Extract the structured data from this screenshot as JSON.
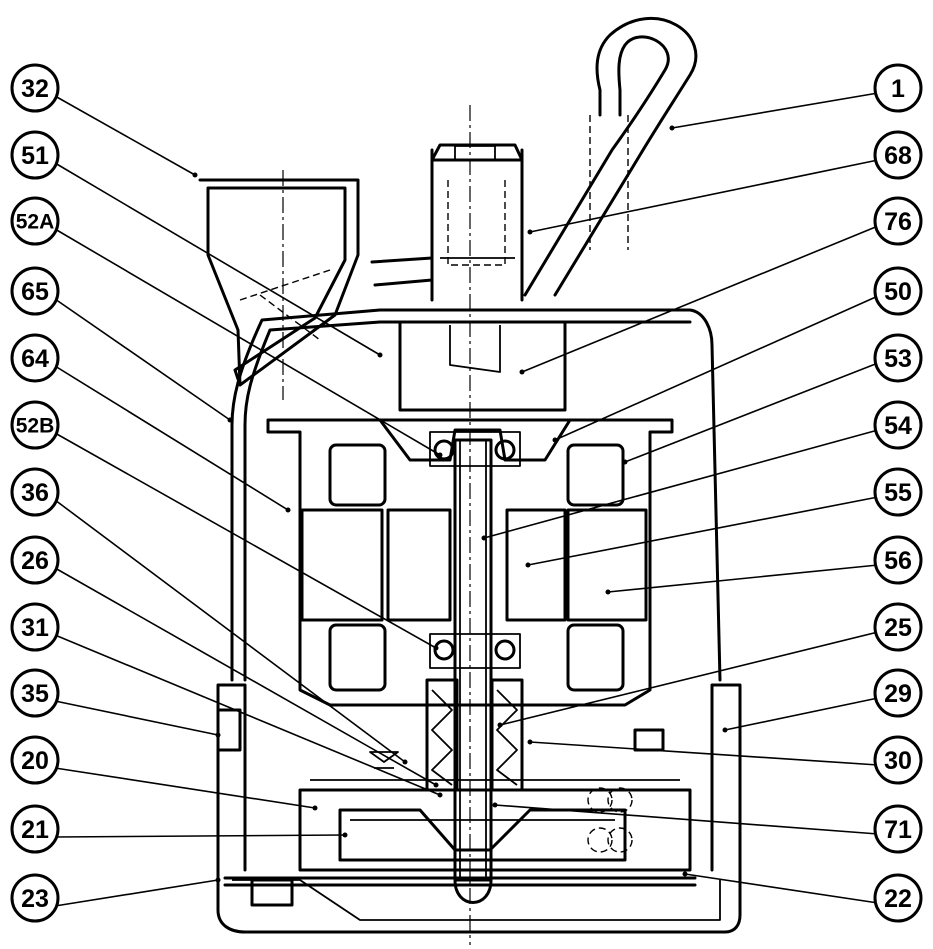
{
  "diagram": {
    "callouts_left": [
      "32",
      "51",
      "52A",
      "65",
      "64",
      "52B",
      "36",
      "26",
      "31",
      "35",
      "20",
      "21",
      "23"
    ],
    "callouts_right": [
      "1",
      "68",
      "76",
      "50",
      "53",
      "54",
      "55",
      "56",
      "25",
      "29",
      "30",
      "71",
      "22"
    ]
  }
}
